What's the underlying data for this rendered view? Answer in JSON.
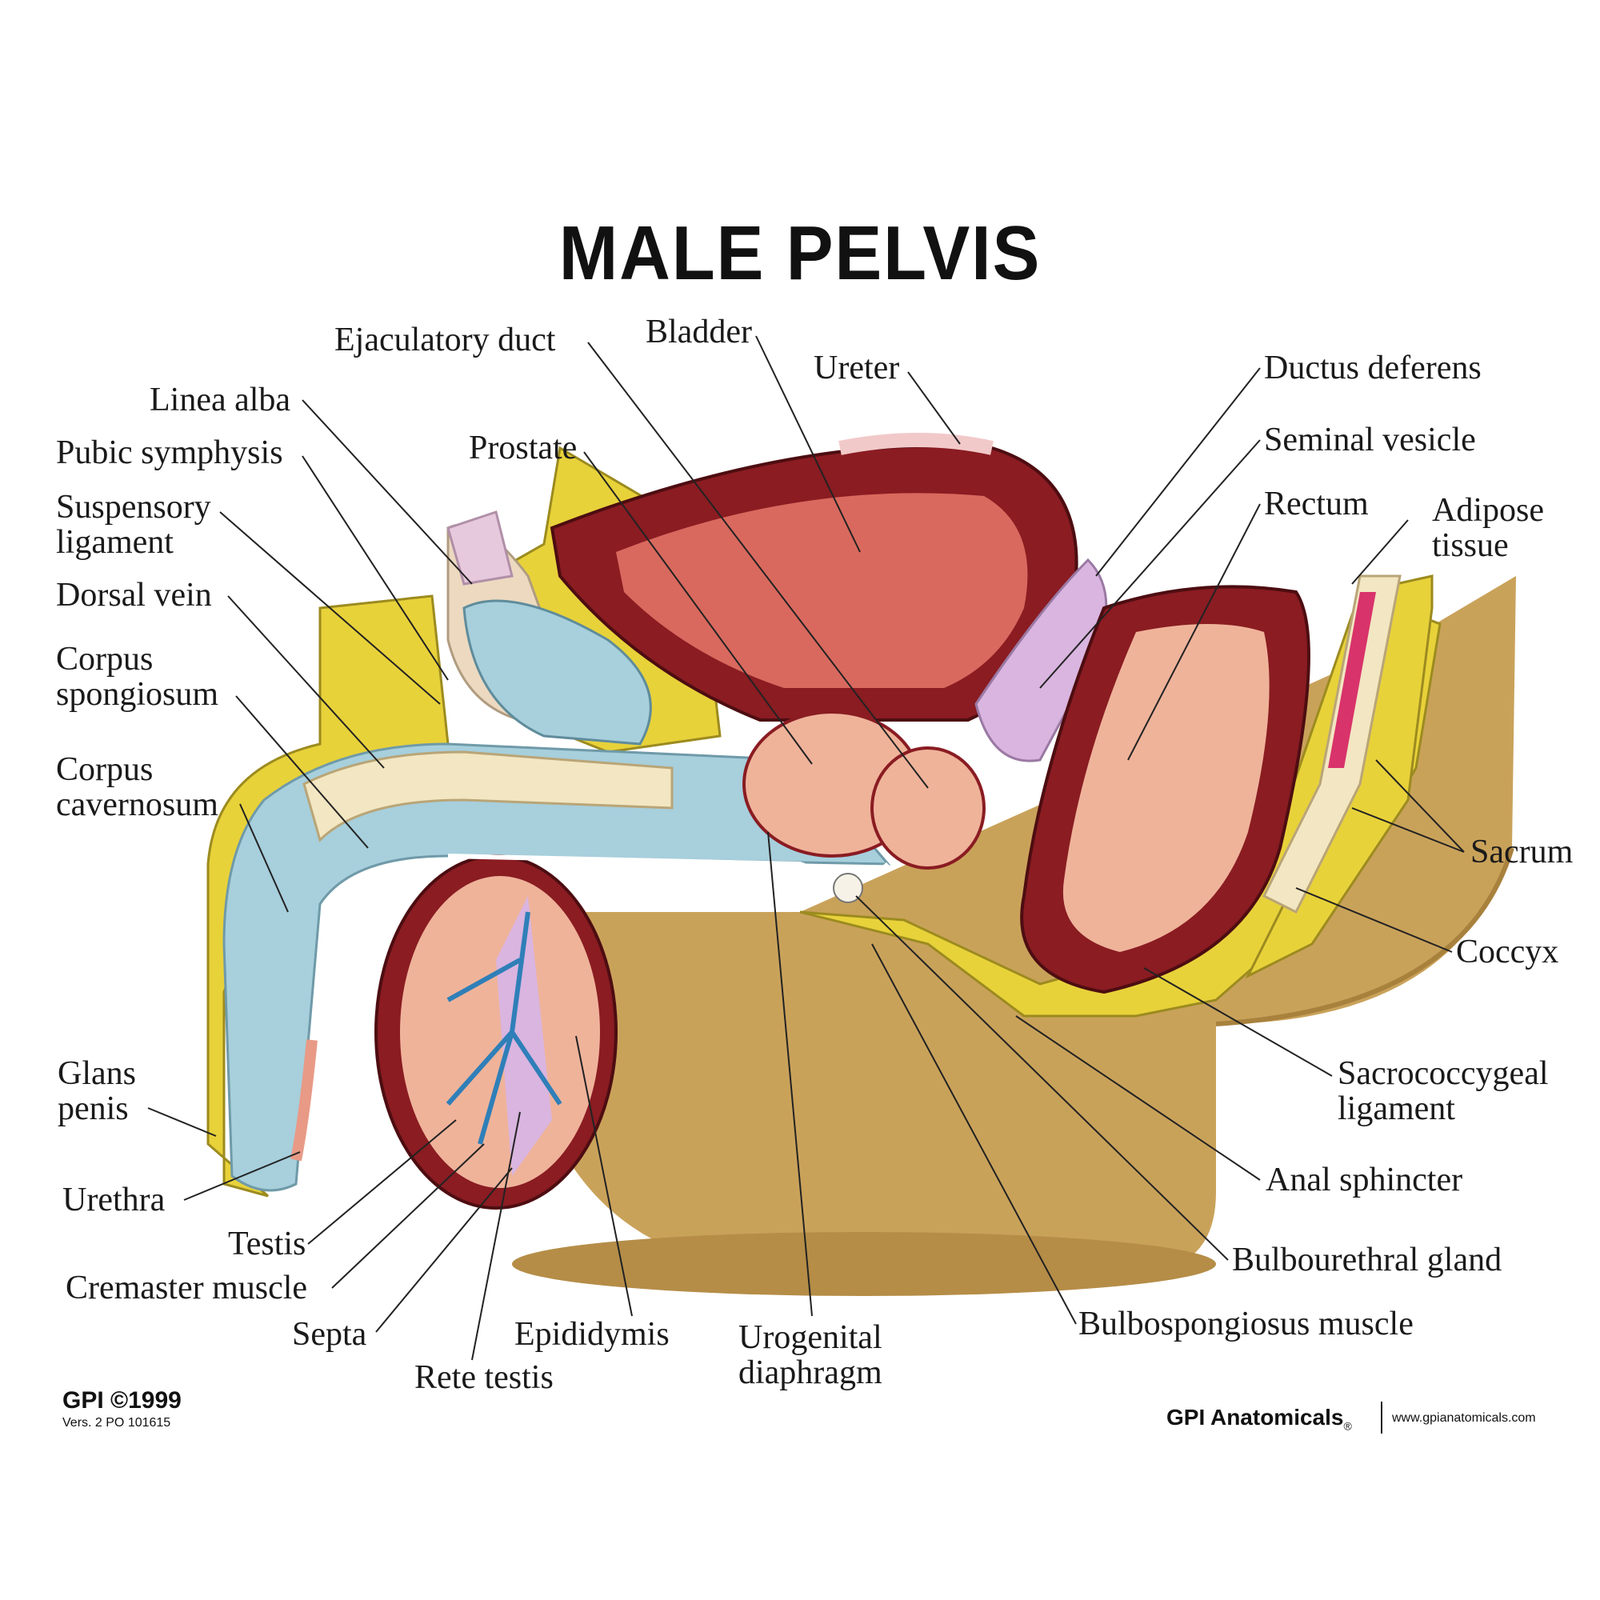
{
  "title": "MALE PELVIS",
  "labels": {
    "ejaculatory_duct": "Ejaculatory duct",
    "bladder": "Bladder",
    "ureter": "Ureter",
    "ductus_deferens": "Ductus deferens",
    "seminal_vesicle": "Seminal vesicle",
    "rectum": "Rectum",
    "adipose_tissue": [
      "Adipose",
      "tissue"
    ],
    "linea_alba": "Linea alba",
    "pubic_symphysis": "Pubic symphysis",
    "prostate": "Prostate",
    "suspensory_ligament": [
      "Suspensory",
      "ligament"
    ],
    "dorsal_vein": "Dorsal vein",
    "corpus_spongiosum": [
      "Corpus",
      "spongiosum"
    ],
    "corpus_cavernosum": [
      "Corpus",
      "cavernosum"
    ],
    "sacrum": "Sacrum",
    "coccyx": "Coccyx",
    "sacrococcygeal_ligament": [
      "Sacrococcygeal",
      "ligament"
    ],
    "glans_penis": [
      "Glans",
      "penis"
    ],
    "urethra": "Urethra",
    "anal_sphincter": "Anal sphincter",
    "testis": "Testis",
    "bulbourethral_gland": "Bulbourethral gland",
    "cremaster_muscle": "Cremaster muscle",
    "septa": "Septa",
    "epididymis": "Epididymis",
    "urogenital_diaphragm": [
      "Urogenital",
      "diaphragm"
    ],
    "bulbospongiosus_muscle": "Bulbospongiosus muscle",
    "rete_testis": "Rete testis"
  },
  "footer": {
    "copyright": "GPI ©1999",
    "version": "Vers. 2  PO 101615",
    "brand": "GPI Anatomicals",
    "brand_mark": "®",
    "url": "www.gpianatomicals.com"
  },
  "colors": {
    "adipose": "#e8d23a",
    "base": "#c9a25a",
    "muscle": "#8a1c22",
    "bladder_inner": "#d9695e",
    "pink_tissue": "#efb39a",
    "blue_tissue": "#a7cfdc",
    "seminal_vesicle": "#d9b5e0",
    "leader_line": "#222222"
  }
}
